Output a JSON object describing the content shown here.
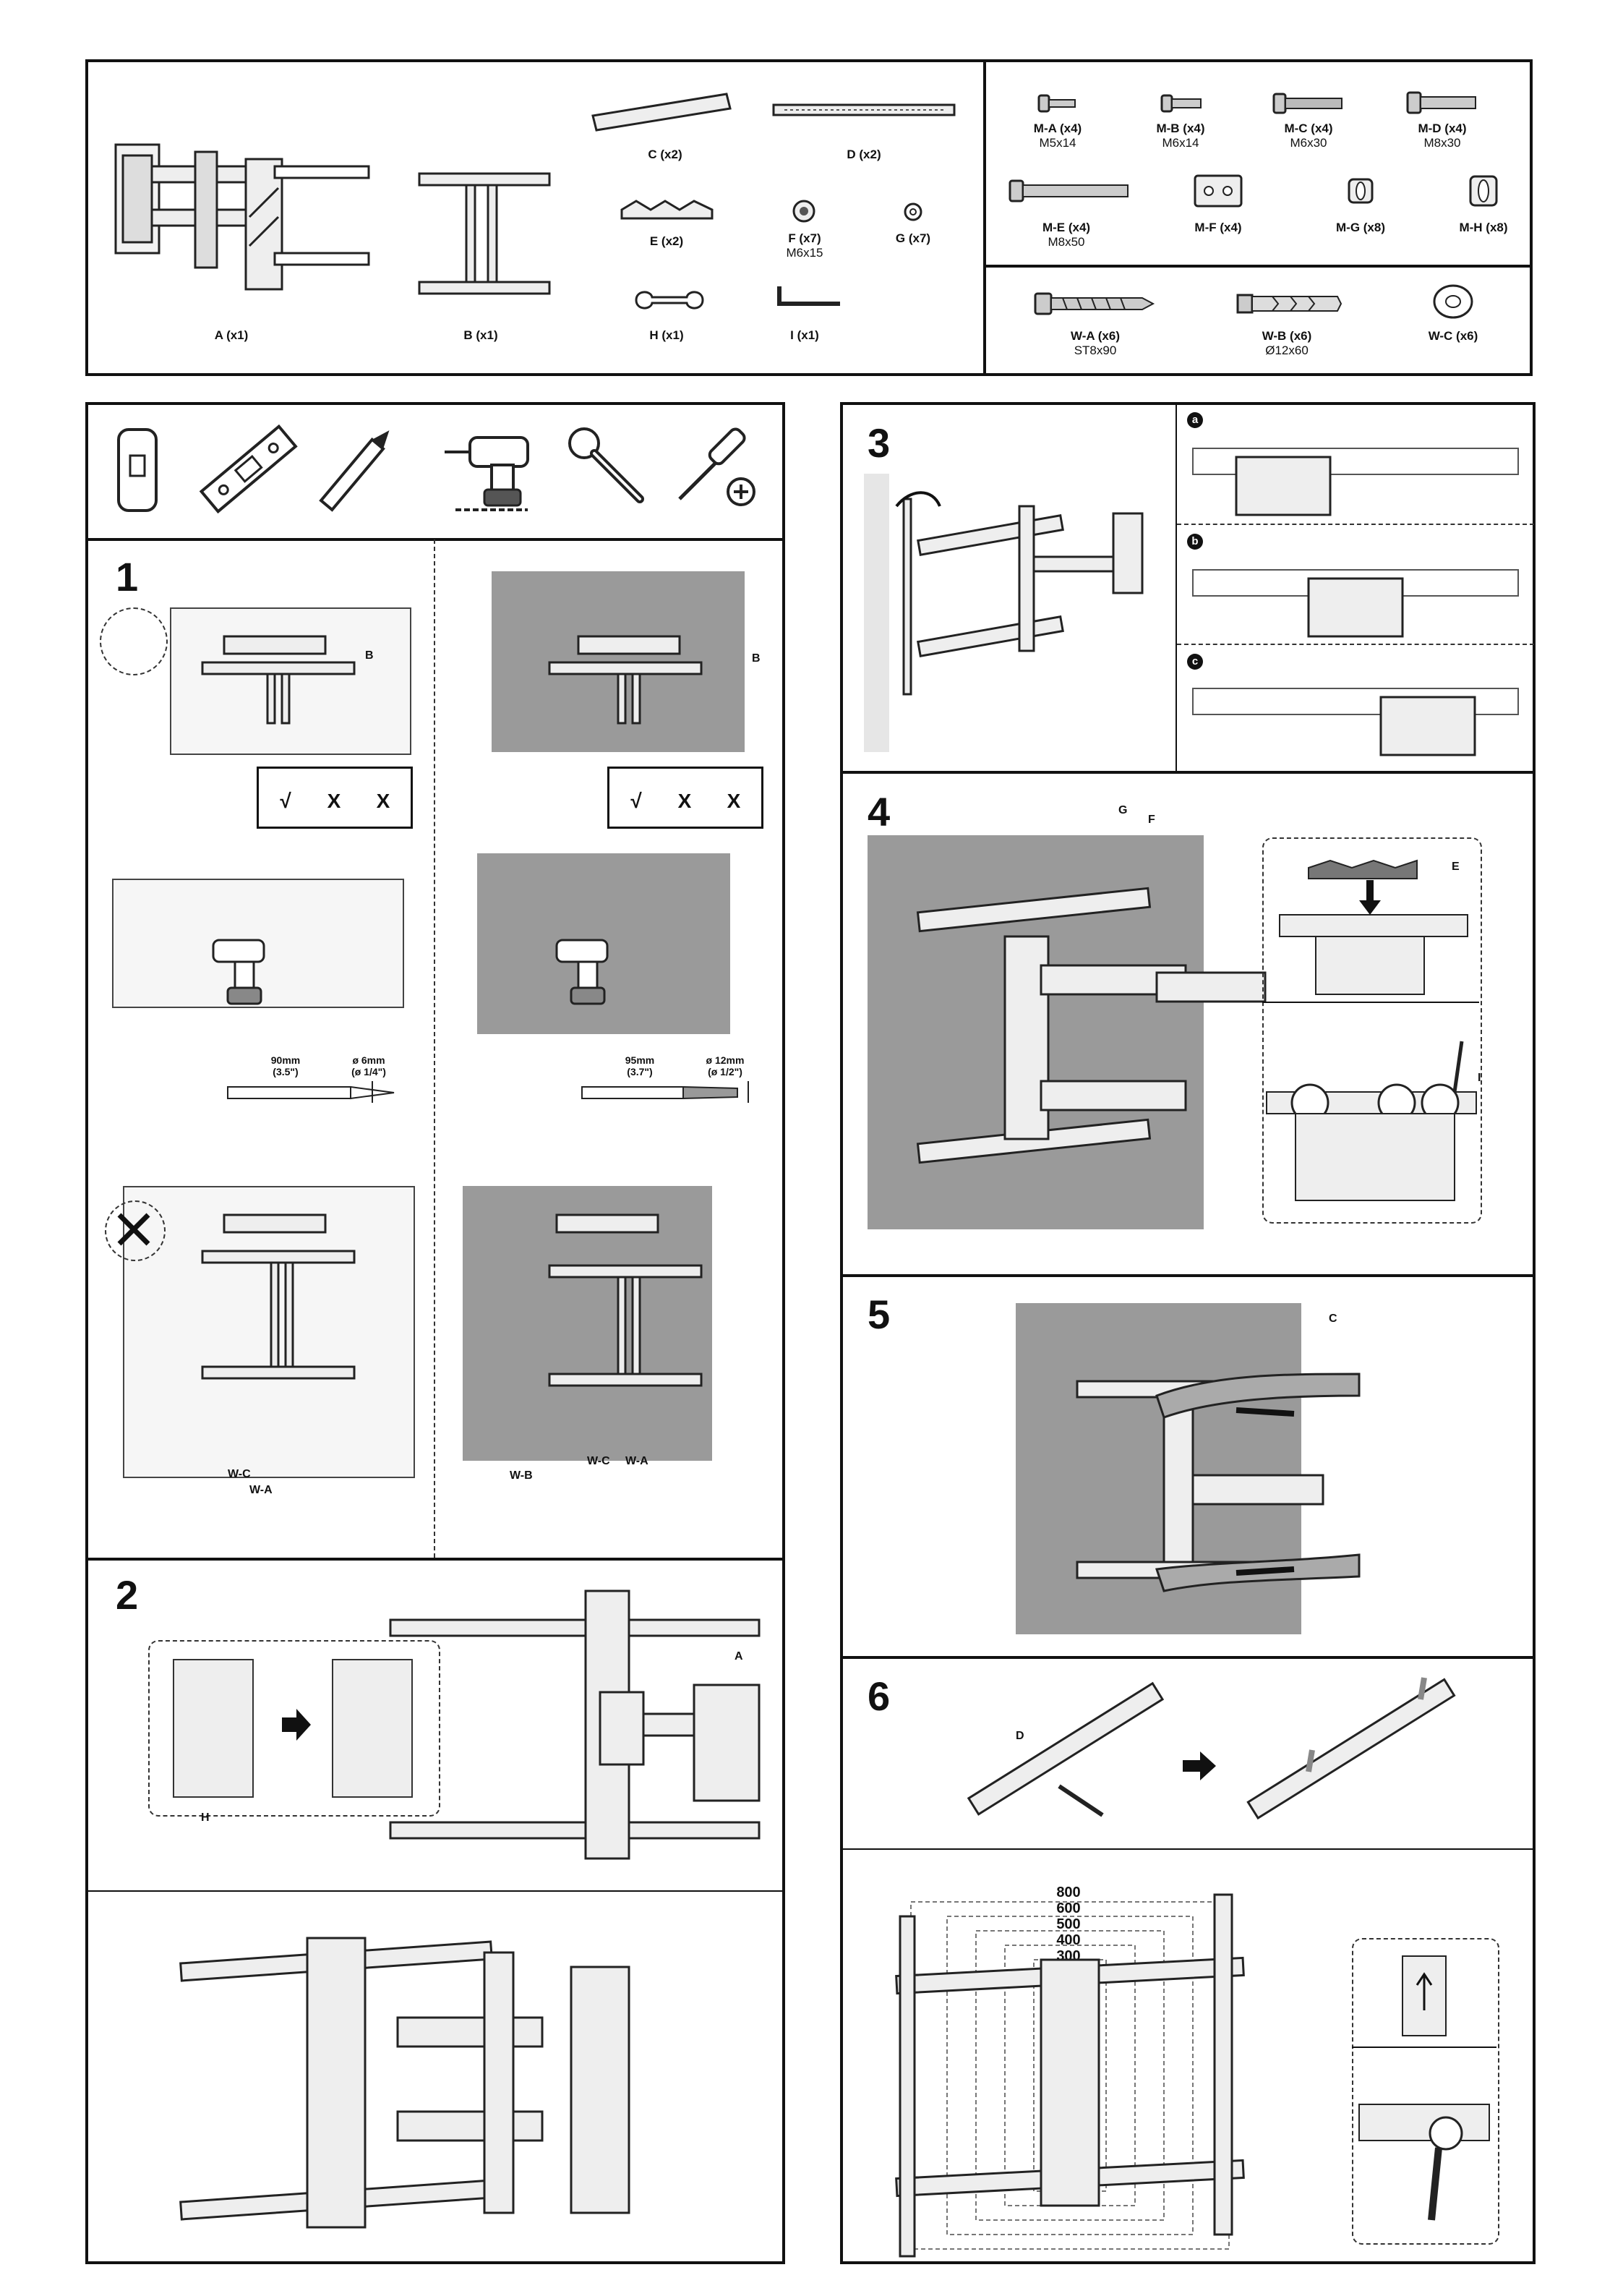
{
  "parts_top": {
    "A": {
      "label": "A (x1)"
    },
    "B": {
      "label": "B (x1)"
    },
    "C": {
      "label": "C (x2)"
    },
    "D": {
      "label": "D (x2)"
    },
    "E": {
      "label": "E (x2)"
    },
    "F": {
      "label": "F (x7)",
      "spec": "M6x15"
    },
    "G": {
      "label": "G (x7)"
    },
    "H": {
      "label": "H (x1)"
    },
    "I": {
      "label": "I (x1)"
    }
  },
  "screws": {
    "MA": {
      "label": "M-A (x4)",
      "spec": "M5x14"
    },
    "MB": {
      "label": "M-B (x4)",
      "spec": "M6x14"
    },
    "MC": {
      "label": "M-C (x4)",
      "spec": "M6x30"
    },
    "MD": {
      "label": "M-D (x4)",
      "spec": "M8x30"
    },
    "ME": {
      "label": "M-E (x4)",
      "spec": "M8x50"
    },
    "MF": {
      "label": "M-F (x4)"
    },
    "MG": {
      "label": "M-G (x8)"
    },
    "MH": {
      "label": "M-H (x8)"
    }
  },
  "wall_hw": {
    "WA": {
      "label": "W-A (x6)",
      "spec": "ST8x90"
    },
    "WB": {
      "label": "W-B (x6)",
      "spec": "Ø12x60"
    },
    "WC": {
      "label": "W-C (x6)"
    }
  },
  "steps": {
    "s1": "1",
    "s2": "2",
    "s3": "3",
    "s4": "4",
    "s5": "5",
    "s6": "6"
  },
  "step1": {
    "tag_b": "B",
    "check_yes": "√",
    "check_no": "X",
    "wood_depth": "90mm",
    "wood_depth_in": "(3.5\")",
    "wood_bit": "ø 6mm",
    "wood_bit_in": "(ø 1/4\")",
    "concrete_depth": "95mm",
    "concrete_depth_in": "(3.7\")",
    "concrete_bit": "ø 12mm",
    "concrete_bit_in": "(ø 1/2\")",
    "tag_wc": "W-C",
    "tag_wa": "W-A",
    "tag_wb": "W-B"
  },
  "step2": {
    "tag_a": "A",
    "tag_h": "H"
  },
  "step3": {
    "a": "a",
    "b": "b",
    "c": "c"
  },
  "step4": {
    "tag_g": "G",
    "tag_f": "F",
    "tag_e": "E",
    "tag_i": "I"
  },
  "step5": {
    "tag_c": "C"
  },
  "step6": {
    "tag_d": "D",
    "vesa": [
      "800",
      "600",
      "500",
      "400",
      "300"
    ]
  }
}
